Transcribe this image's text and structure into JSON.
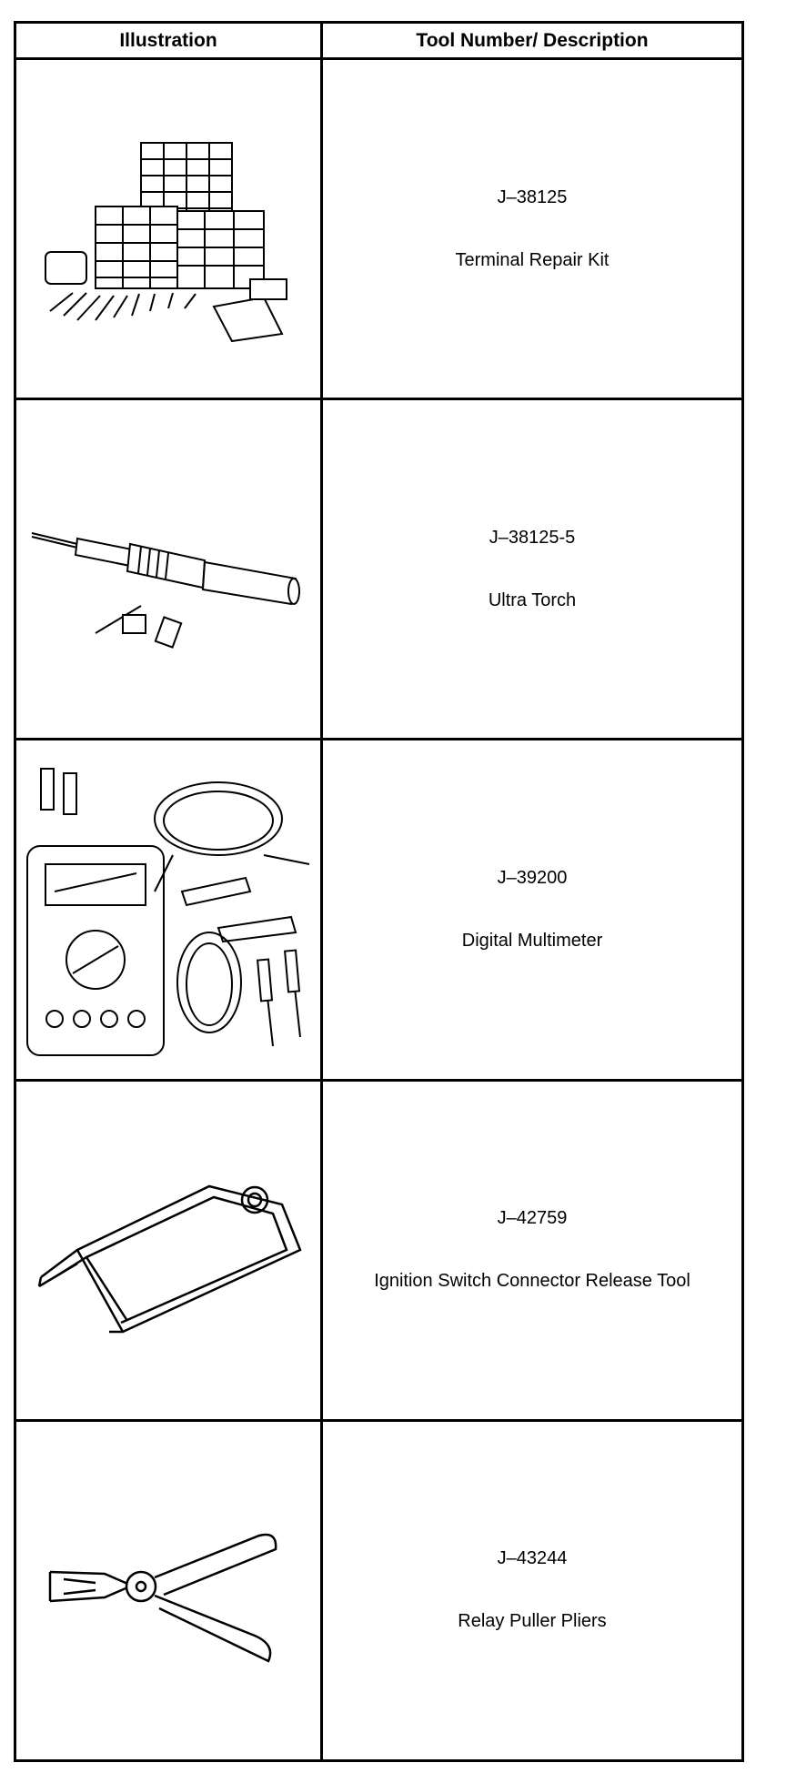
{
  "table": {
    "headers": {
      "illustration": "Illustration",
      "description": "Tool Number/ Description"
    },
    "rows": [
      {
        "number": "J–38125",
        "description": "Terminal Repair Kit",
        "illustration_icon": "terminal-repair-kit-icon"
      },
      {
        "number": "J–38125-5",
        "description": "Ultra Torch",
        "illustration_icon": "ultra-torch-icon"
      },
      {
        "number": "J–39200",
        "description": "Digital Multimeter",
        "illustration_icon": "digital-multimeter-icon"
      },
      {
        "number": "J–42759",
        "description": "Ignition Switch Connector Release Tool",
        "illustration_icon": "release-tool-icon"
      },
      {
        "number": "J–43244",
        "description": "Relay Puller Pliers",
        "illustration_icon": "relay-puller-pliers-icon"
      }
    ]
  }
}
